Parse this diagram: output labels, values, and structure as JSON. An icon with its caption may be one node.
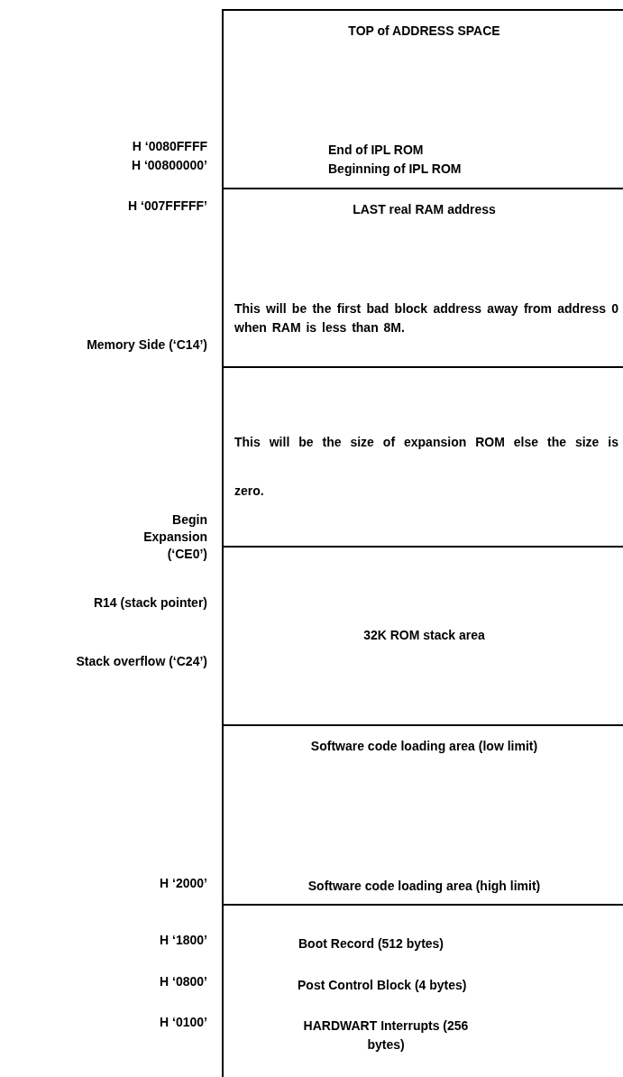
{
  "diagram": {
    "nodes": [
      {
        "text": [
          "TOP of ADDRESS SPACE",
          "End of IPL ROM",
          "Beginning of IPL ROM"
        ],
        "beside": [
          "H ‘0080FFFF",
          "H ‘00800000’"
        ]
      },
      {
        "text": [
          "LAST real RAM address",
          "This will be the first bad block address away from address 0 when RAM is less than 8M."
        ],
        "beside": [
          "H ‘007FFFFF’",
          "Memory Side (‘C14’)"
        ]
      },
      {
        "text": [
          "This will be the size of expansion ROM else the size is zero."
        ],
        "beside": [
          "Begin Expansion (‘CE0’)"
        ]
      },
      {
        "text": [
          "32K ROM stack area"
        ],
        "beside": [
          "R14 (stack pointer)",
          "Stack overflow (‘C24’)"
        ]
      },
      {
        "text": [
          "Software code loading area (low limit)",
          "Software code loading area (high limit)"
        ],
        "beside": [
          "H ‘2000’"
        ]
      },
      {
        "text": [
          "Boot Record (512 bytes)",
          "Post Control Block (4 bytes)",
          "HARDWART Interrupts (256 bytes)"
        ],
        "beside": [
          "H ‘1800’",
          "H ‘0800’",
          "H ‘0100’"
        ]
      }
    ]
  }
}
